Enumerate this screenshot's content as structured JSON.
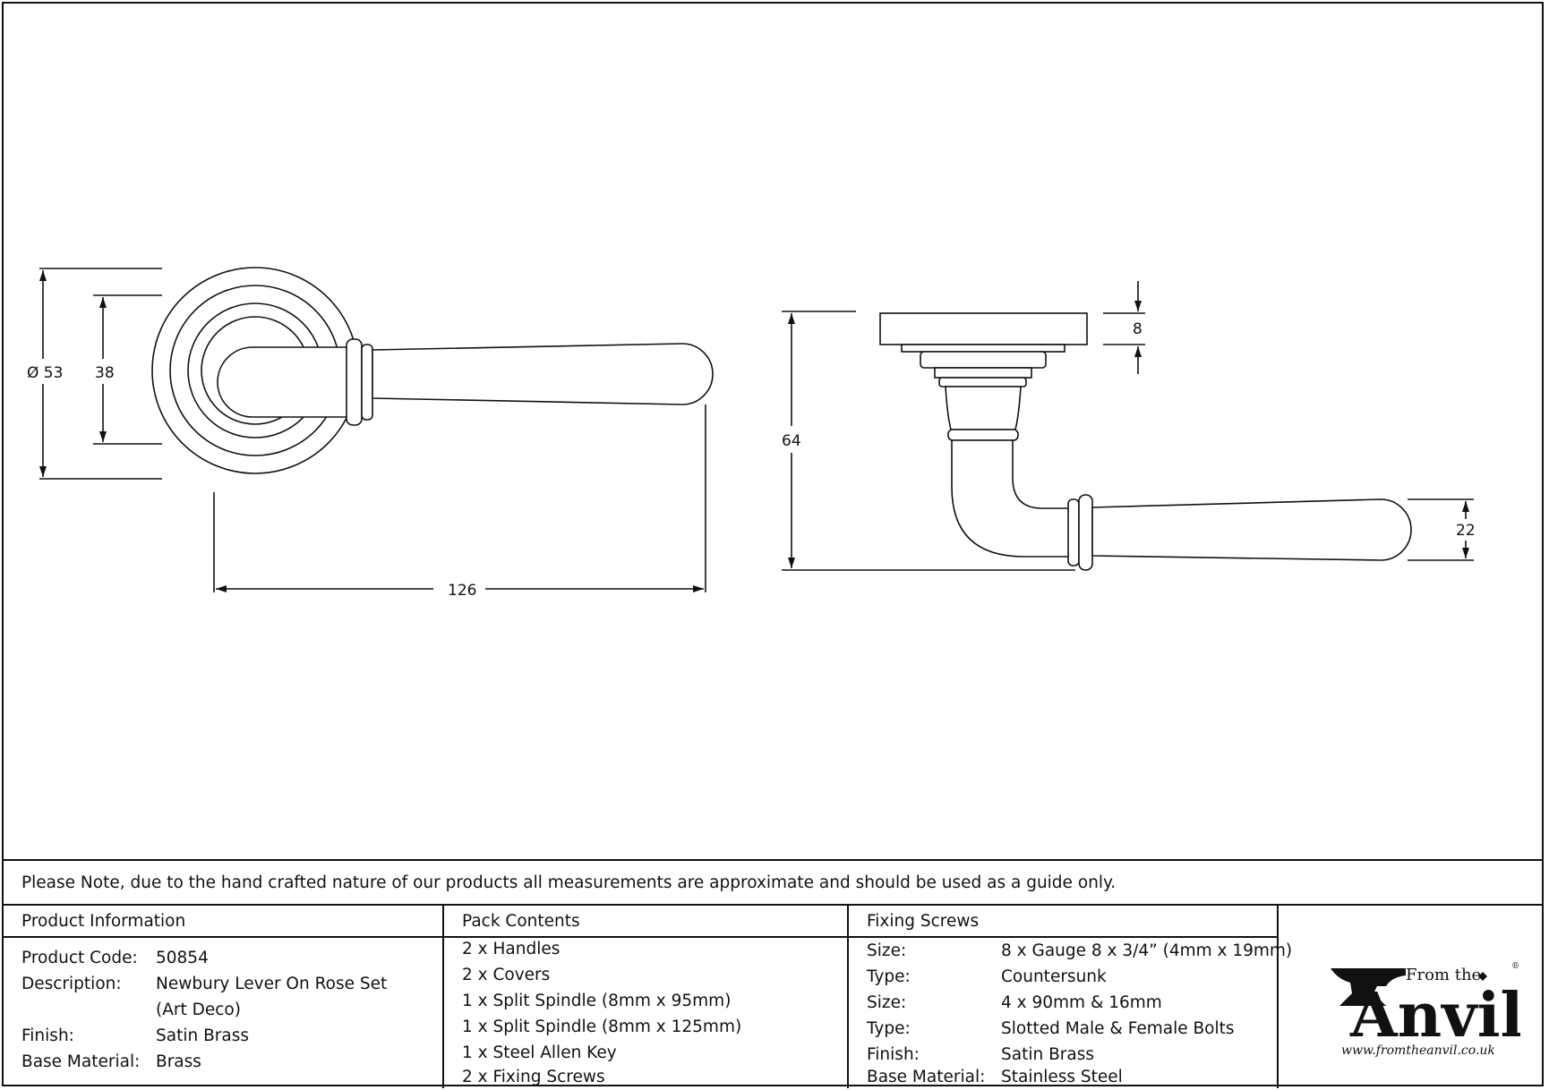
{
  "dimensions": {
    "rose_diameter": "Ø 53",
    "inner_diameter": "38",
    "lever_length": "126",
    "rose_thickness": "8",
    "projection": "64",
    "grip_height": "22"
  },
  "note": "Please Note, due to the hand crafted nature of our products all measurements are approximate and should be used as a guide only.",
  "product_information": {
    "heading": "Product Information",
    "rows": [
      {
        "label": "Product Code:",
        "value": "50854"
      },
      {
        "label": "Description:",
        "value": "Newbury Lever On Rose Set"
      },
      {
        "label": "",
        "value": "(Art Deco)"
      },
      {
        "label": "Finish:",
        "value": "Satin Brass"
      },
      {
        "label": "Base Material:",
        "value": "Brass"
      }
    ]
  },
  "pack_contents": {
    "heading": "Pack Contents",
    "items": [
      "2 x Handles",
      "2 x Covers",
      "1 x Split Spindle (8mm x 95mm)",
      "1 x Split Spindle (8mm x 125mm)",
      "1 x Steel Allen Key",
      "2 x Fixing Screws"
    ]
  },
  "fixing_screws": {
    "heading": "Fixing Screws",
    "rows": [
      {
        "label": "Size:",
        "value": "8 x Gauge 8 x 3/4” (4mm x 19mm)"
      },
      {
        "label": "Type:",
        "value": "Countersunk"
      },
      {
        "label": "Size:",
        "value": "4 x 90mm & 16mm"
      },
      {
        "label": "Type:",
        "value": "Slotted Male & Female Bolts"
      },
      {
        "label": "Finish:",
        "value": "Satin Brass"
      },
      {
        "label": "Base Material:",
        "value": "Stainless Steel"
      }
    ]
  },
  "logo": {
    "from_the": "From the",
    "brand": "Anvil",
    "url": "www.fromtheanvil.co.uk",
    "registered": "®"
  }
}
